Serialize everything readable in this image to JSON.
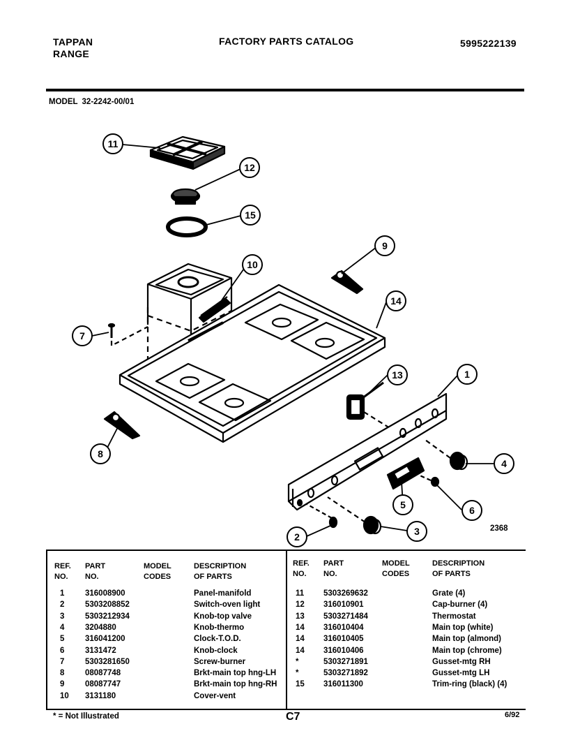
{
  "header": {
    "brand_line1": "TAPPAN",
    "brand_line2": "RANGE",
    "catalog_title": "FACTORY PARTS CATALOG",
    "doc_number": "5995222139"
  },
  "model": {
    "label": "MODEL",
    "value": "32-2242-00/01"
  },
  "diagram": {
    "page_code": "2368",
    "callouts": [
      "11",
      "12",
      "15",
      "9",
      "10",
      "14",
      "7",
      "13",
      "1",
      "8",
      "4",
      "5",
      "6",
      "2",
      "3"
    ]
  },
  "table": {
    "headers": {
      "ref_line1": "REF.",
      "ref_line2": "NO.",
      "part_line1": "PART",
      "part_line2": "NO.",
      "model_line1": "MODEL",
      "model_line2": "CODES",
      "desc_line1": "DESCRIPTION",
      "desc_line2": "OF PARTS"
    },
    "left_rows": [
      {
        "ref": "1",
        "part": "316008900",
        "codes": "",
        "desc": "Panel-manifold"
      },
      {
        "ref": "2",
        "part": "5303208852",
        "codes": "",
        "desc": "Switch-oven light"
      },
      {
        "ref": "3",
        "part": "5303212934",
        "codes": "",
        "desc": "Knob-top valve"
      },
      {
        "ref": "4",
        "part": "3204880",
        "codes": "",
        "desc": "Knob-thermo"
      },
      {
        "ref": "5",
        "part": "316041200",
        "codes": "",
        "desc": "Clock-T.O.D."
      },
      {
        "ref": "6",
        "part": "3131472",
        "codes": "",
        "desc": "Knob-clock"
      },
      {
        "ref": "7",
        "part": "5303281650",
        "codes": "",
        "desc": "Screw-burner"
      },
      {
        "ref": "8",
        "part": "08087748",
        "codes": "",
        "desc": "Brkt-main top hng-LH"
      },
      {
        "ref": "9",
        "part": "08087747",
        "codes": "",
        "desc": "Brkt-main top hng-RH"
      },
      {
        "ref": "10",
        "part": "3131180",
        "codes": "",
        "desc": "Cover-vent"
      }
    ],
    "right_rows": [
      {
        "ref": "11",
        "part": "5303269632",
        "codes": "",
        "desc": "Grate (4)"
      },
      {
        "ref": "12",
        "part": "316010901",
        "codes": "",
        "desc": "Cap-burner (4)"
      },
      {
        "ref": "13",
        "part": "5303271484",
        "codes": "",
        "desc": "Thermostat"
      },
      {
        "ref": "14",
        "part": "316010404",
        "codes": "",
        "desc": "Main top (white)"
      },
      {
        "ref": "14",
        "part": "316010405",
        "codes": "",
        "desc": "Main top (almond)"
      },
      {
        "ref": "14",
        "part": "316010406",
        "codes": "",
        "desc": "Main top (chrome)"
      },
      {
        "ref": "*",
        "part": "5303271891",
        "codes": "",
        "desc": "Gusset-mtg RH"
      },
      {
        "ref": "*",
        "part": "5303271892",
        "codes": "",
        "desc": "Gusset-mtg LH"
      },
      {
        "ref": "15",
        "part": "316011300",
        "codes": "",
        "desc": "Trim-ring (black) (4)"
      }
    ]
  },
  "footer": {
    "footnote": "* = Not Illustrated",
    "page_label": "C7",
    "date_code": "6/92"
  }
}
